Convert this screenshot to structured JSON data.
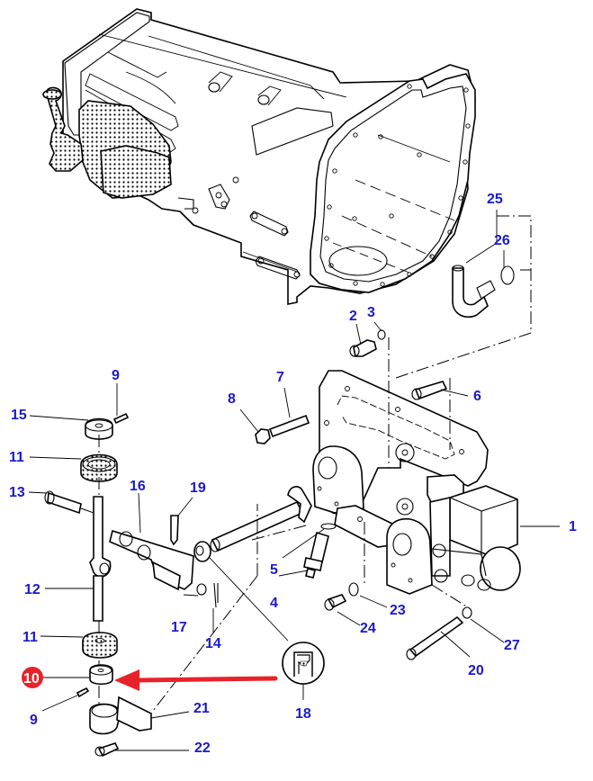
{
  "diagram": {
    "title": "Transmission housing and hydraulic lift linkage - exploded parts view",
    "label_color": "#1a1acc",
    "highlight_color": "#e8222a",
    "highlighted_part": "10",
    "parts": [
      {
        "id": "p1",
        "number": "1"
      },
      {
        "id": "p2",
        "number": "2"
      },
      {
        "id": "p3",
        "number": "3"
      },
      {
        "id": "p4",
        "number": "4"
      },
      {
        "id": "p5",
        "number": "5"
      },
      {
        "id": "p6",
        "number": "6"
      },
      {
        "id": "p7",
        "number": "7"
      },
      {
        "id": "p8",
        "number": "8"
      },
      {
        "id": "p9a",
        "number": "9"
      },
      {
        "id": "p9b",
        "number": "9"
      },
      {
        "id": "p10",
        "number": "10"
      },
      {
        "id": "p11a",
        "number": "11"
      },
      {
        "id": "p11b",
        "number": "11"
      },
      {
        "id": "p12",
        "number": "12"
      },
      {
        "id": "p13",
        "number": "13"
      },
      {
        "id": "p14",
        "number": "14"
      },
      {
        "id": "p15",
        "number": "15"
      },
      {
        "id": "p16",
        "number": "16"
      },
      {
        "id": "p17",
        "number": "17"
      },
      {
        "id": "p18",
        "number": "18"
      },
      {
        "id": "p19",
        "number": "19"
      },
      {
        "id": "p20",
        "number": "20"
      },
      {
        "id": "p21",
        "number": "21"
      },
      {
        "id": "p22",
        "number": "22"
      },
      {
        "id": "p23",
        "number": "23"
      },
      {
        "id": "p24",
        "number": "24"
      },
      {
        "id": "p25",
        "number": "25"
      },
      {
        "id": "p26",
        "number": "26"
      },
      {
        "id": "p27",
        "number": "27"
      }
    ],
    "detail_callout": {
      "part": "18",
      "icon": "seal-cross-section-icon"
    },
    "arrow": {
      "points_to": "10",
      "icon": "red-arrow-left-icon"
    }
  }
}
